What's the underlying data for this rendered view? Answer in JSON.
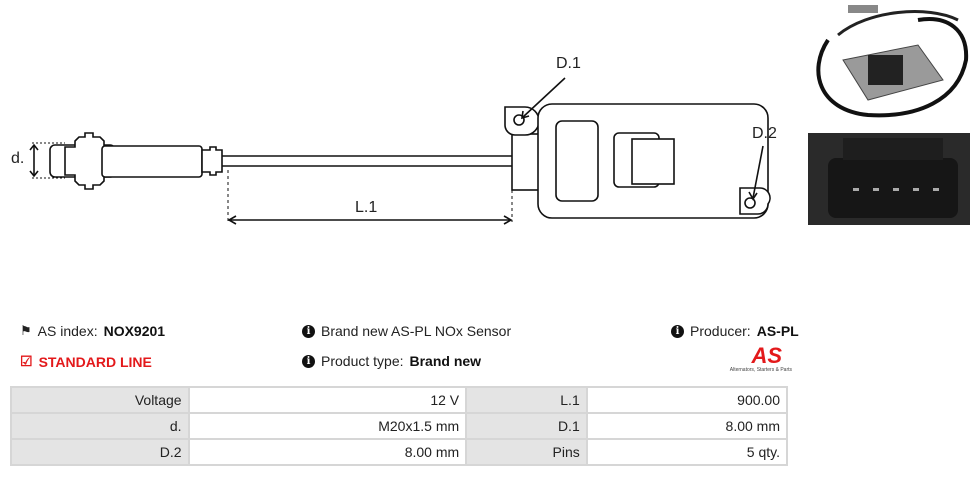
{
  "diagram": {
    "labels": {
      "d": "d.",
      "d1": "D.1",
      "d2": "D.2",
      "l1": "L.1"
    }
  },
  "info": {
    "index_label": "AS index:",
    "index_value": "NOX9201",
    "line": "STANDARD LINE",
    "description": "Brand new AS-PL NOx Sensor",
    "type_label": "Product type:",
    "type_value": "Brand new",
    "producer_label": "Producer:",
    "producer_value": "AS-PL",
    "logo_text": "AS",
    "logo_tagline": "Alternators, Starters & Parts"
  },
  "specs": [
    [
      "Voltage",
      "12 V",
      "L.1",
      "900.00"
    ],
    [
      "d.",
      "M20x1.5 mm",
      "D.1",
      "8.00 mm"
    ],
    [
      "D.2",
      "8.00 mm",
      "Pins",
      "5 qty."
    ]
  ],
  "colors": {
    "accent": "#e3191b"
  }
}
